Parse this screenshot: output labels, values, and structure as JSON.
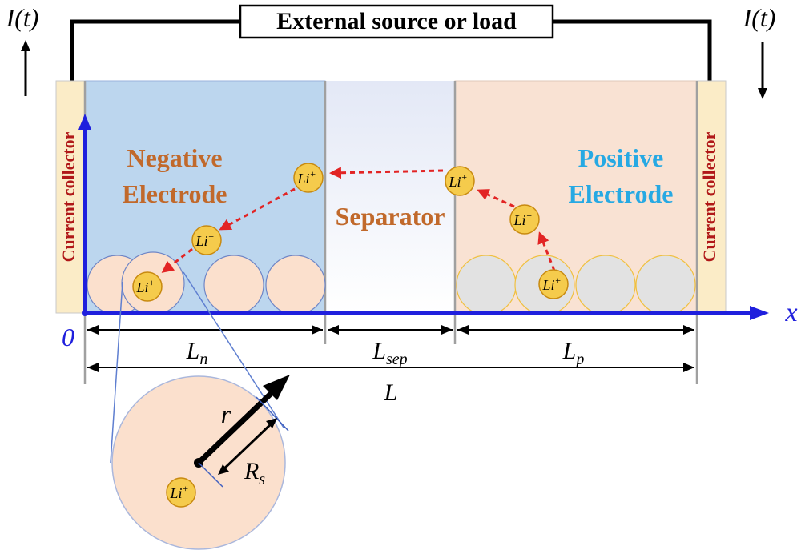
{
  "circuit": {
    "box_label": "External source or load",
    "current_left": "I(t)",
    "current_right": "I(t)"
  },
  "regions": {
    "current_collector_left": "Current collector",
    "current_collector_right": "Current collector",
    "negative_line1": "Negative",
    "negative_line2": "Electrode",
    "separator": "Separator",
    "positive_line1": "Positive",
    "positive_line2": "Electrode"
  },
  "axis": {
    "x_label": "x",
    "origin_label": "0"
  },
  "lengths": {
    "ln_base": "L",
    "ln_sub": "n",
    "lsep_base": "L",
    "lsep_sub": "sep",
    "lp_base": "L",
    "lp_sub": "p",
    "total": "L"
  },
  "particle_detail": {
    "r_label": "r",
    "rs_base": "R",
    "rs_sub": "s"
  },
  "ion": {
    "base": "Li",
    "sup": "+"
  },
  "colors": {
    "collector": "#fbecc7",
    "negative": "#bcd6ee",
    "separator_top": "#e6ebf7",
    "positive": "#f9e2d3",
    "neg_particle": "#fbe0cd",
    "neg_particle_stroke": "#6f86c6",
    "pos_particle": "#e2e2e2",
    "pos_particle_stroke": "#f0c040",
    "ion_fill": "#f5cb4c",
    "ion_stroke": "#c88a10",
    "axis": "#1f1fdd",
    "arrow_red": "#e22424",
    "label_orange": "#c1692b",
    "label_cyan": "#27a9e3",
    "collector_text": "#b01818"
  }
}
